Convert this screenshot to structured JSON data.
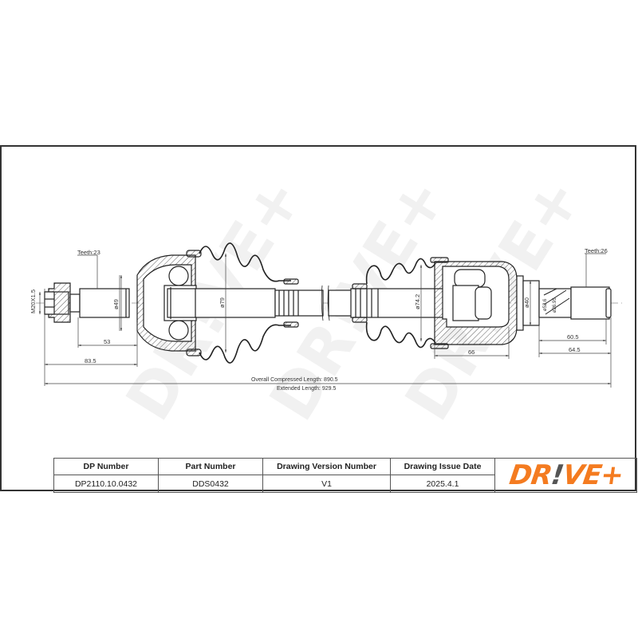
{
  "drawing": {
    "left_end": {
      "thread_label": "M20X1.5",
      "teeth_label": "Teeth:23",
      "diameter_label": "ø49",
      "dim_53": "53",
      "dim_83_5": "83.5"
    },
    "left_joint": {
      "boot_diameter_label": "ø79"
    },
    "right_joint": {
      "boot_diameter_label": "ø74.2",
      "dim_66": "66"
    },
    "right_end": {
      "teeth_label": "Teeth:26",
      "diameter_label": "ø40",
      "abs_ring_label": "ø52.6",
      "spline_label": "ø26.95",
      "dim_60_5": "60.5",
      "dim_64_5": "64.5"
    },
    "overall_compressed_length": "Overall  Compressed  Length: 890.5",
    "extended_length": "Extended  Length: 929.5"
  },
  "title_block": {
    "headers": [
      "DP Number",
      "Part Number",
      "Drawing Version Number",
      "Drawing Issue Date"
    ],
    "values": [
      "DP2110.10.0432",
      "DDS0432",
      "V1",
      "2025.4.1"
    ],
    "logo": {
      "part1": "DR",
      "bang": "!",
      "part2": "VE+",
      "brand_color": "#f47b20",
      "accent_color": "#555555"
    }
  },
  "watermark": {
    "text": "DR!VE+"
  }
}
